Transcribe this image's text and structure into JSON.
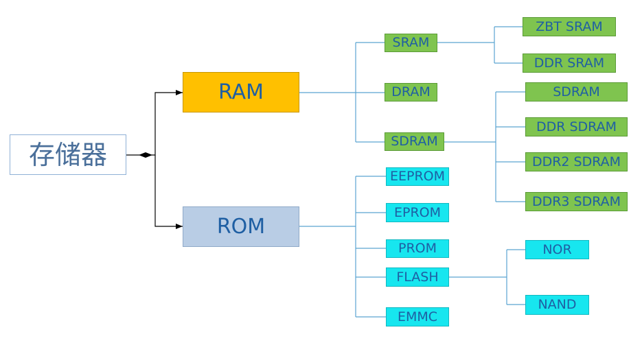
{
  "root": {
    "label": "存储器"
  },
  "ram": {
    "label": "RAM",
    "children": [
      {
        "label": "SRAM",
        "children": [
          "ZBT SRAM",
          "DDR SRAM"
        ]
      },
      {
        "label": "DRAM"
      },
      {
        "label": "SDRAM",
        "children": [
          "SDRAM",
          "DDR SDRAM",
          "DDR2 SDRAM",
          "DDR3 SDRAM"
        ]
      }
    ]
  },
  "rom": {
    "label": "ROM",
    "children": [
      {
        "label": "EEPROM"
      },
      {
        "label": "EPROM"
      },
      {
        "label": "PROM"
      },
      {
        "label": "FLASH",
        "children": [
          "NOR",
          "NAND"
        ]
      },
      {
        "label": "EMMC"
      }
    ]
  },
  "colors": {
    "ram_fill": "#ffc000",
    "rom_fill": "#b9cde5",
    "ram_children_fill": "#7fc44f",
    "rom_children_fill": "#17e6ef",
    "text": "#1f5fa3",
    "connector": "#5aa3d1"
  }
}
